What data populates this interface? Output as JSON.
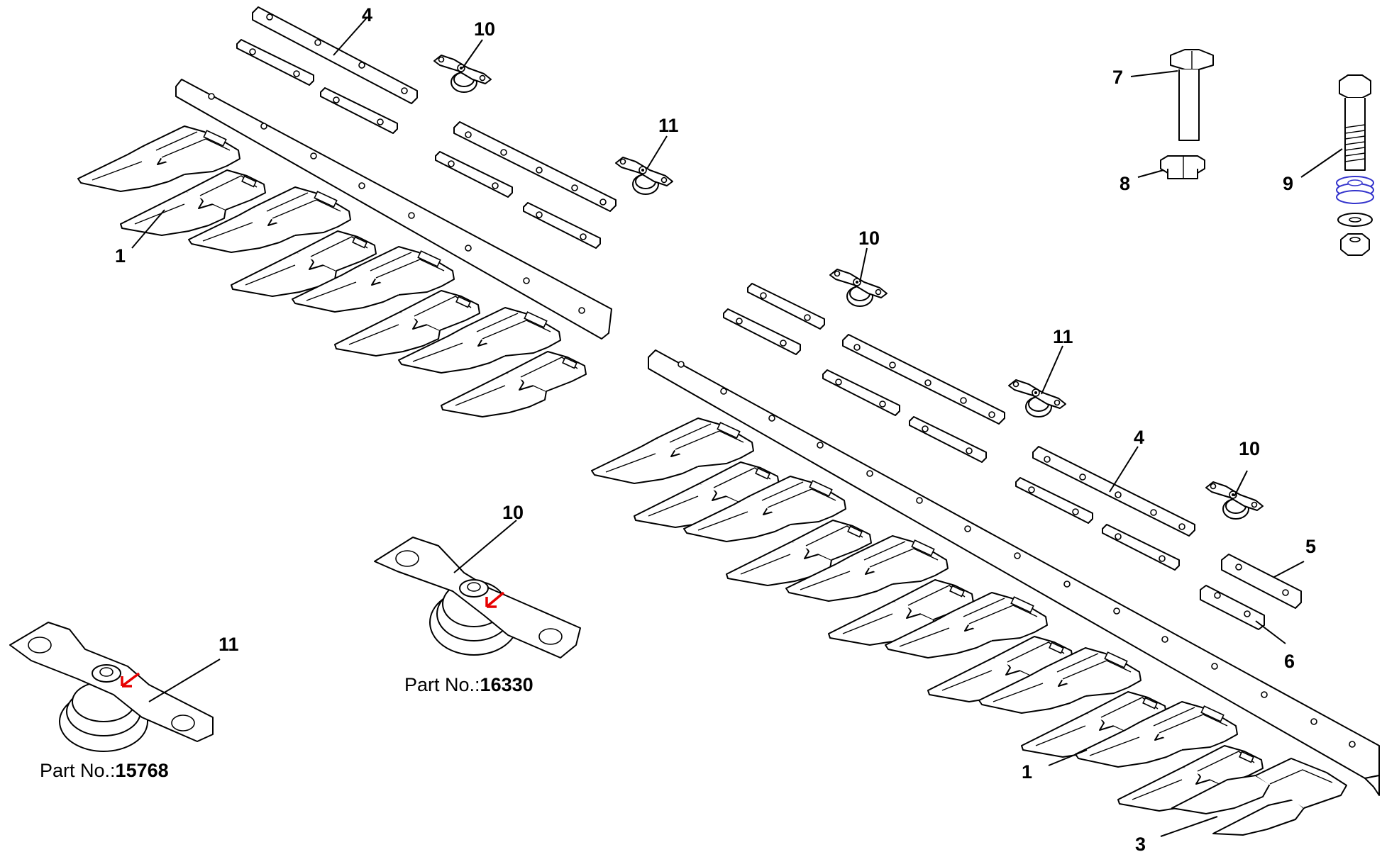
{
  "callouts": {
    "c4_top": "4",
    "c10_top": "10",
    "c11_top": "11",
    "c1_top": "1",
    "c7": "7",
    "c8": "8",
    "c9": "9",
    "c10_mid": "10",
    "c11_mid": "11",
    "c4_mid": "4",
    "c10_right": "10",
    "c5": "5",
    "c6": "6",
    "c1_bottom": "1",
    "c3": "3",
    "c10_detail": "10",
    "c11_detail": "11"
  },
  "captions": {
    "part_prefix_a": "Part No.:",
    "part_number_a": "16330",
    "part_prefix_b": "Part No.:",
    "part_number_b": "15768"
  },
  "colors": {
    "line": "#000000",
    "arrow": "#e60000",
    "washer": "#3333cc"
  }
}
